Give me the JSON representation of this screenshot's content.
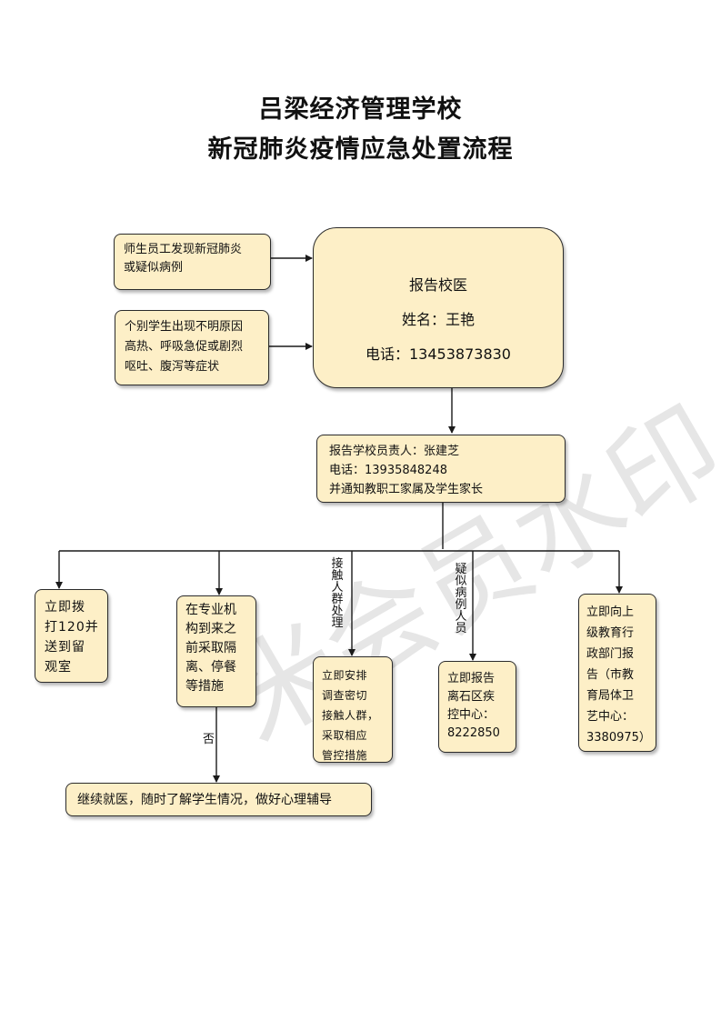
{
  "title": {
    "line1": "吕梁经济管理学校",
    "line2": "新冠肺炎疫情应急处置流程"
  },
  "find1": {
    "lines": [
      "师生员工发现新冠肺炎",
      "或疑似病例"
    ]
  },
  "find2": {
    "lines": [
      "个别学生出现不明原因",
      "高热、呼吸急促或剧烈",
      "呕吐、腹泻等症状"
    ]
  },
  "doctor": {
    "line1": "报告校医",
    "line2": "姓名：王艳",
    "line3": "电话：13453873830"
  },
  "report": {
    "lines": [
      "报告学校员责人：张建芝",
      "电话：13935848248",
      "并通知教职工家属及学生家长"
    ]
  },
  "call120": {
    "lines": [
      "立即拨",
      "打120并",
      "送到留",
      "观室"
    ]
  },
  "isolate": {
    "lines": [
      "在专业机",
      "构到来之",
      "前采取隔",
      "离、停餐",
      "等措施"
    ]
  },
  "contact": {
    "lines": [
      "立即安排",
      "调查密切",
      "接触人群，",
      "采取相应",
      "管控措施"
    ]
  },
  "suspect": {
    "lines": [
      "立即报告",
      "离石区疾",
      "控中心：",
      "8222850"
    ]
  },
  "edu": {
    "lines": [
      "立即向上",
      "级教育行",
      "政部门报",
      "告（市教",
      "育局体卫",
      "艺中心：",
      "3380975）"
    ]
  },
  "continue": {
    "text": "继续就医，随时了解学生情况，做好心理辅导"
  },
  "labels": {
    "contact": "接触人群处理",
    "suspect": "疑似病例人员",
    "no": "否"
  },
  "watermark": {
    "text": "米会员水印"
  },
  "colors": {
    "box_fill": "#fdefc7",
    "border": "#2b2b2b",
    "line": "#1a1a1a"
  }
}
